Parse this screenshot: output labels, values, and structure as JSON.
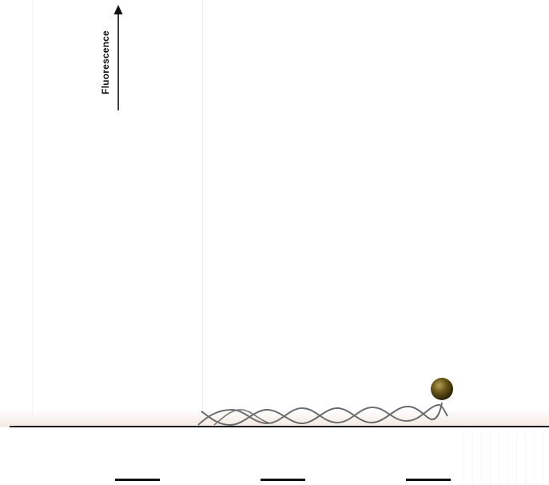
{
  "diagram": {
    "axis_label": "Fluorescence",
    "colors": {
      "background": "#ffffff",
      "line": "#111111",
      "dna": "#6d6d6d",
      "bead": "#5a4a10"
    },
    "elements": [
      "fluorescence-axis-arrow",
      "dna-double-helix",
      "fluorophore-bead",
      "surface-line",
      "time-ticks"
    ]
  }
}
